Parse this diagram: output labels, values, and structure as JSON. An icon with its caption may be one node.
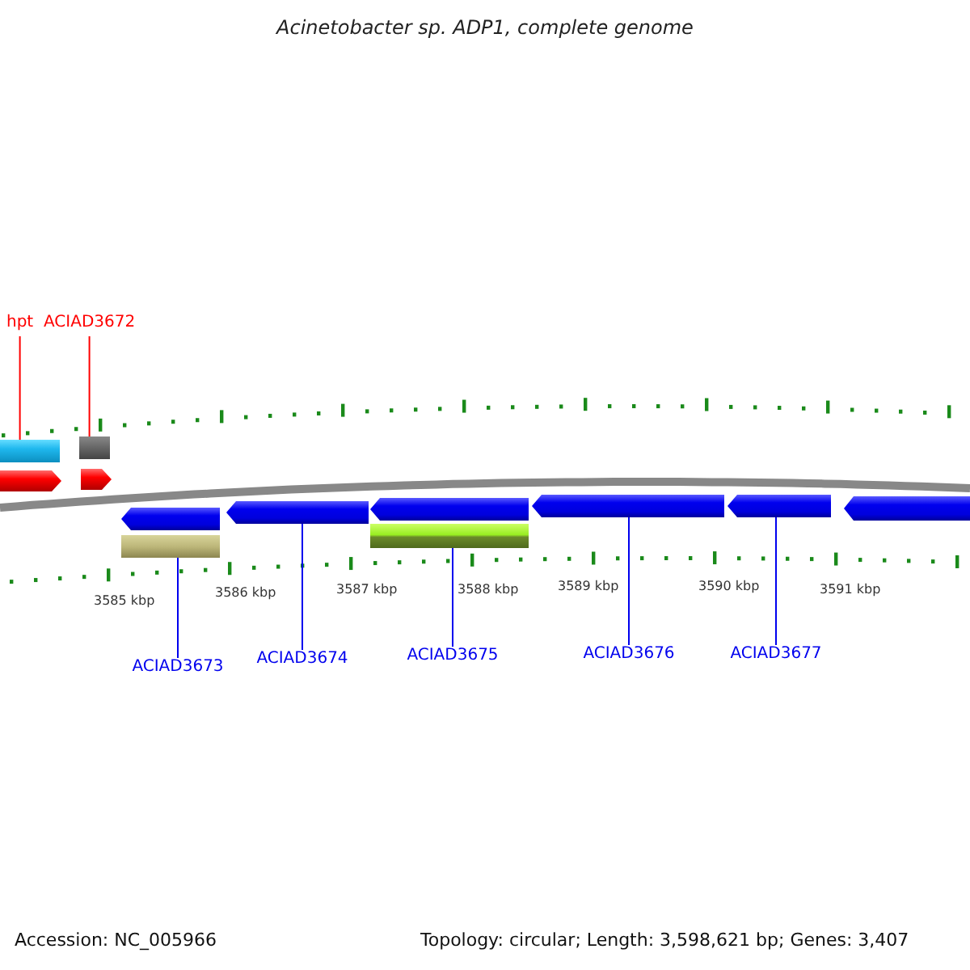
{
  "diagram": {
    "title": "Acinetobacter sp. ADP1, complete genome",
    "nodes": [
      {
        "text": [
          "hpt"
        ]
      },
      {
        "text": [
          "ACIAD3672"
        ]
      },
      {
        "text": [],
        "shape": "bar"
      },
      {
        "text": [],
        "shape": "bar"
      },
      {
        "text": [],
        "shape": "arrow"
      },
      {
        "text": [],
        "shape": "arrow"
      },
      {
        "text": [],
        "shape": "arrow"
      },
      {
        "text": [],
        "shape": "arrow"
      },
      {
        "text": [],
        "shape": "arrow"
      },
      {
        "text": [],
        "shape": "arrow"
      },
      {
        "text": [],
        "shape": "arrow"
      },
      {
        "text": [],
        "shape": "arrow"
      },
      {
        "text": [],
        "shape": "bar"
      },
      {
        "text": [],
        "shape": "bar"
      },
      {
        "text": [
          "ACIAD3673"
        ]
      },
      {
        "text": [
          "ACIAD3674"
        ]
      },
      {
        "text": [
          "ACIAD3675"
        ]
      },
      {
        "text": [
          "ACIAD3676"
        ]
      },
      {
        "text": [
          "ACIAD3677"
        ]
      }
    ],
    "edges": [
      {
        "from": 0,
        "to": 2,
        "arrow": "none",
        "color": "#ff0000"
      },
      {
        "from": 1,
        "to": 3,
        "arrow": "none",
        "color": "#ff0000"
      },
      {
        "from": 14,
        "to": 12,
        "arrow": "none"
      },
      {
        "from": 15,
        "to": 7,
        "arrow": "none"
      },
      {
        "from": 16,
        "to": 13,
        "arrow": "none"
      },
      {
        "from": 17,
        "to": 9,
        "arrow": "none"
      },
      {
        "from": 18,
        "to": 10,
        "arrow": "none"
      }
    ],
    "labels": [
      "3585 kbp",
      "3586 kbp",
      "3587 kbp",
      "3588 kbp",
      "3589 kbp",
      "3590 kbp",
      "3591 kbp",
      "Accession: NC_005966",
      "Topology: circular; Length: 3,598,621 bp; Genes: 3,407"
    ]
  }
}
